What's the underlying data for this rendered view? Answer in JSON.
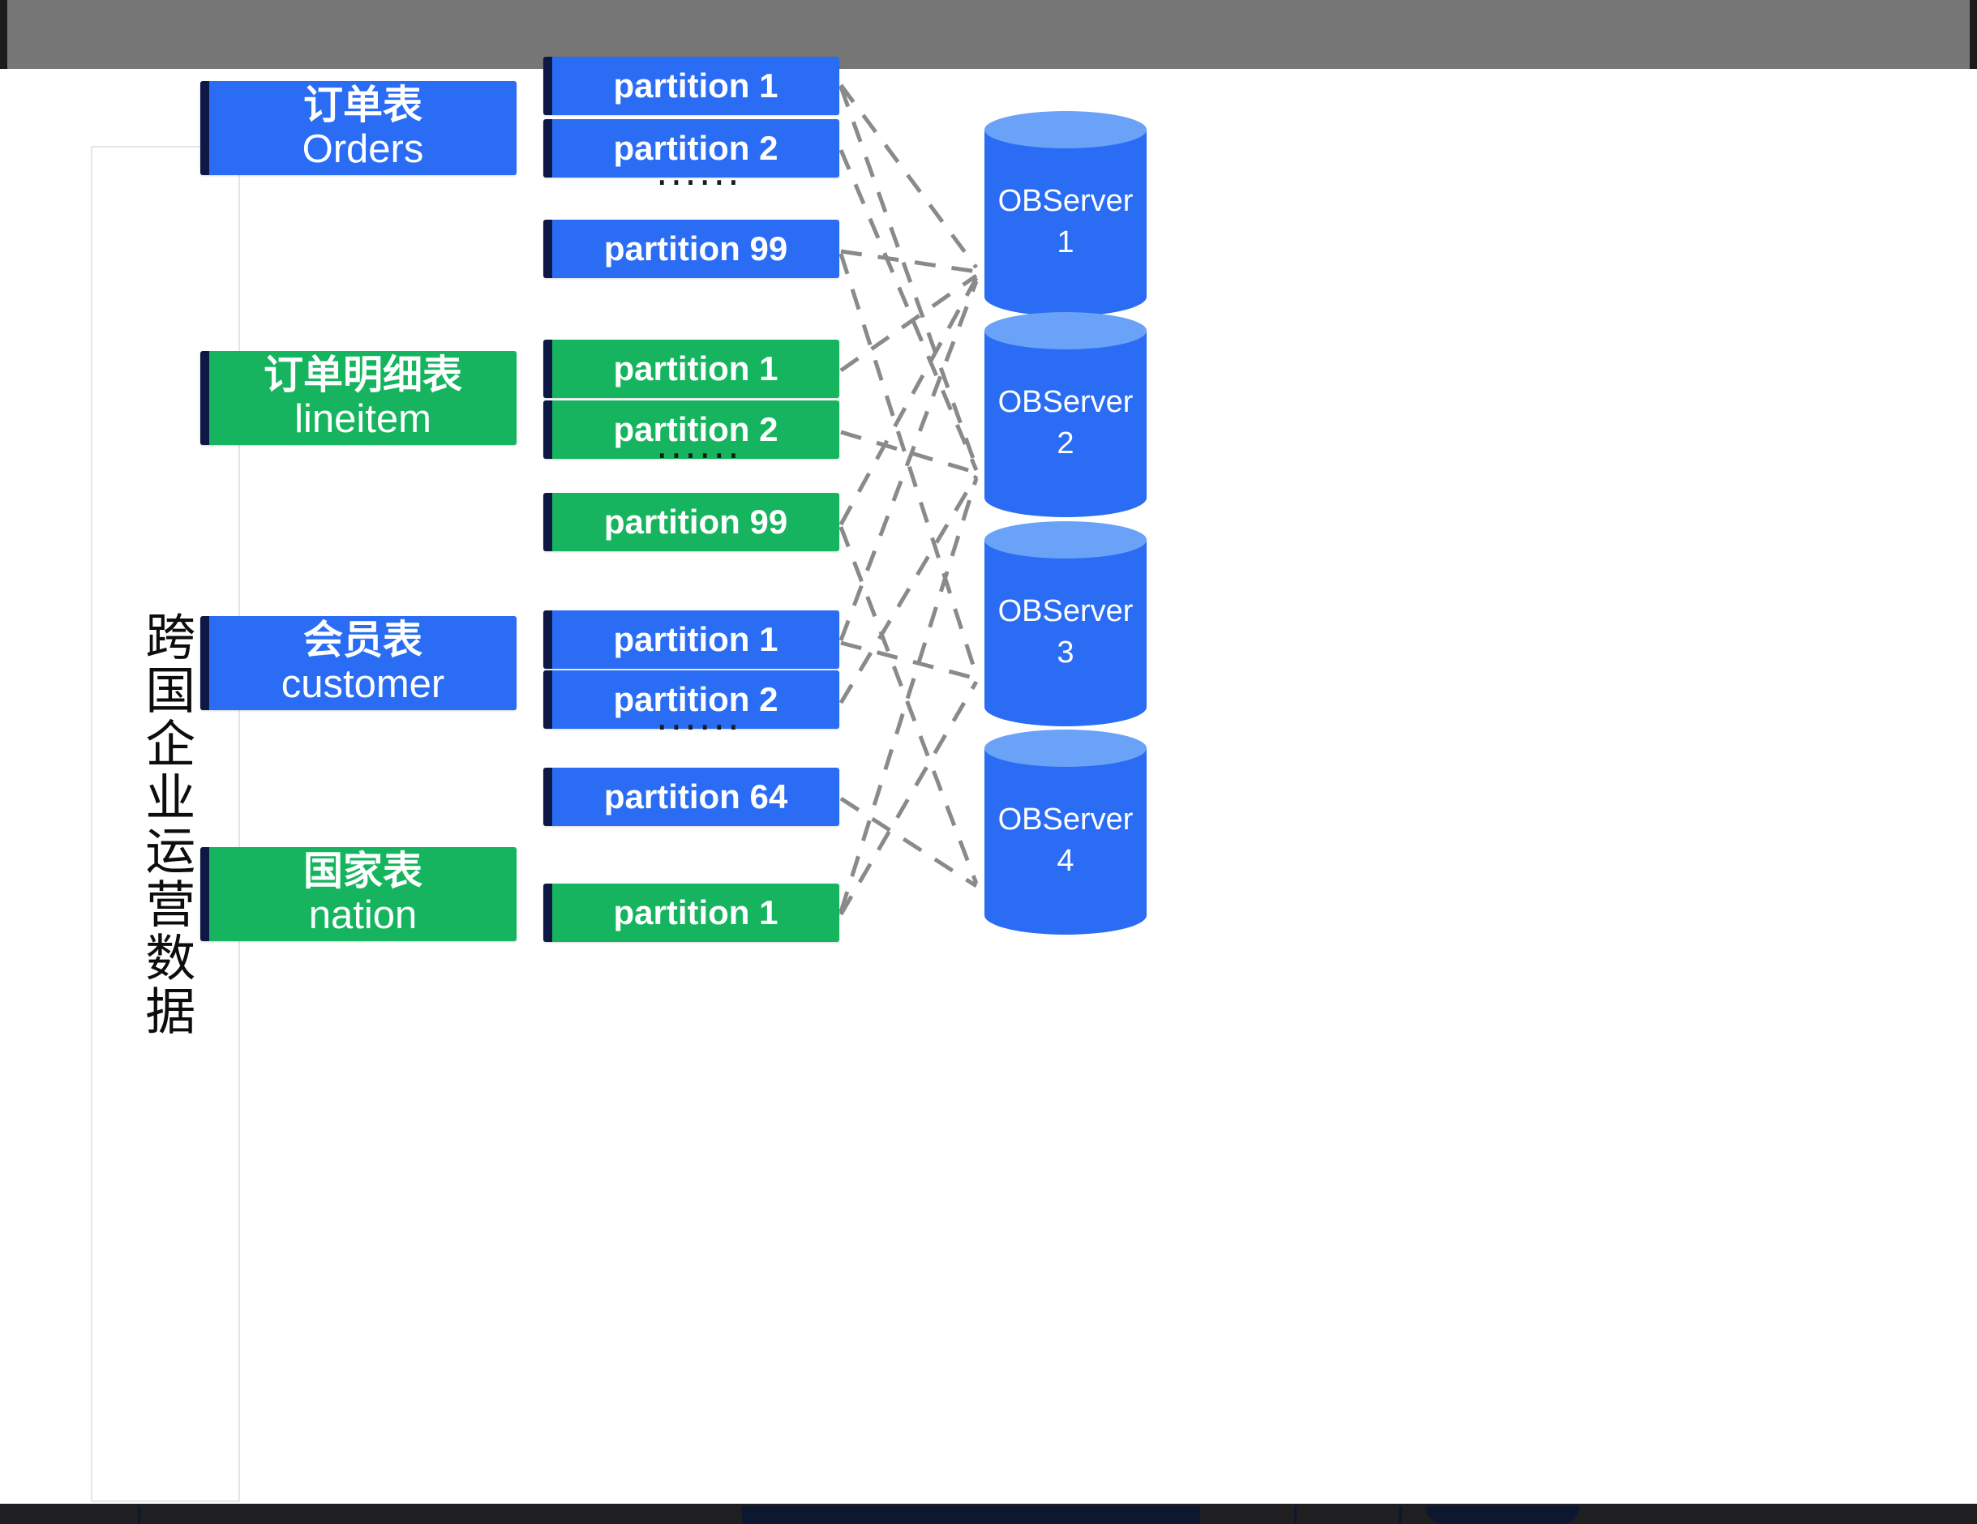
{
  "window": {
    "topbar_color": "#777777",
    "canvas_color": "#ffffff"
  },
  "side_panel": {
    "label": "跨国企业运营数据"
  },
  "colors": {
    "blue": "#2a6df4",
    "green": "#16b45e",
    "accent_navy": "#0d1845",
    "cylinder_top": "#6aa2f7",
    "link_line": "#8a8a8a"
  },
  "tables": [
    {
      "id": "orders",
      "name_cn": "订单表",
      "name_en": "Orders",
      "color": "blue",
      "partitions": [
        "partition 1",
        "partition 2"
      ],
      "ellipsis": "······",
      "last_partition": "partition 99"
    },
    {
      "id": "lineitem",
      "name_cn": "订单明细表",
      "name_en": "lineitem",
      "color": "green",
      "partitions": [
        "partition 1",
        "partition 2"
      ],
      "ellipsis": "······",
      "last_partition": "partition 99"
    },
    {
      "id": "customer",
      "name_cn": "会员表",
      "name_en": "customer",
      "color": "blue",
      "partitions": [
        "partition 1",
        "partition 2"
      ],
      "ellipsis": "······",
      "last_partition": "partition 64"
    },
    {
      "id": "nation",
      "name_cn": "国家表",
      "name_en": "nation",
      "color": "green",
      "partitions": [
        "partition 1"
      ],
      "ellipsis": "",
      "last_partition": ""
    }
  ],
  "servers": [
    {
      "name": "OBServer",
      "number": "1"
    },
    {
      "name": "OBServer",
      "number": "2"
    },
    {
      "name": "OBServer",
      "number": "3"
    },
    {
      "name": "OBServer",
      "number": "4"
    }
  ]
}
